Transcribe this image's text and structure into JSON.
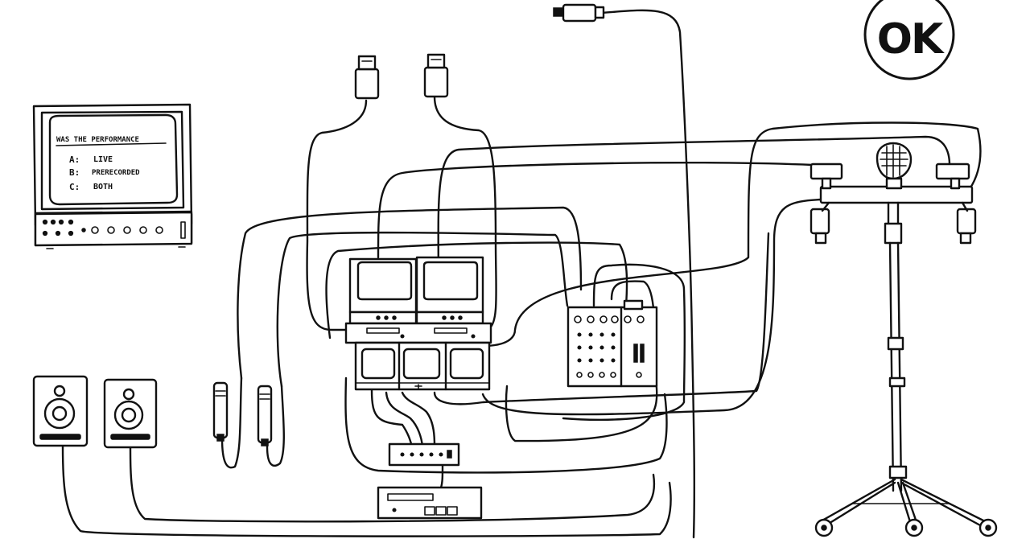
{
  "monitor": {
    "question": "WAS THE PERFORMANCE",
    "options": [
      {
        "letter": "A:",
        "text": "LIVE"
      },
      {
        "letter": "B:",
        "text": "PRERECORDED"
      },
      {
        "letter": "C:",
        "text": "BOTH"
      }
    ]
  },
  "ok_badge": {
    "label": "OK"
  },
  "icons": [
    "crt-monitor-icon",
    "speaker-icon",
    "microphone-icon",
    "camera-icon",
    "video-switcher-icon",
    "audio-mixer-icon",
    "spotlight-icon",
    "tripod-icon",
    "patch-cable-icon"
  ]
}
